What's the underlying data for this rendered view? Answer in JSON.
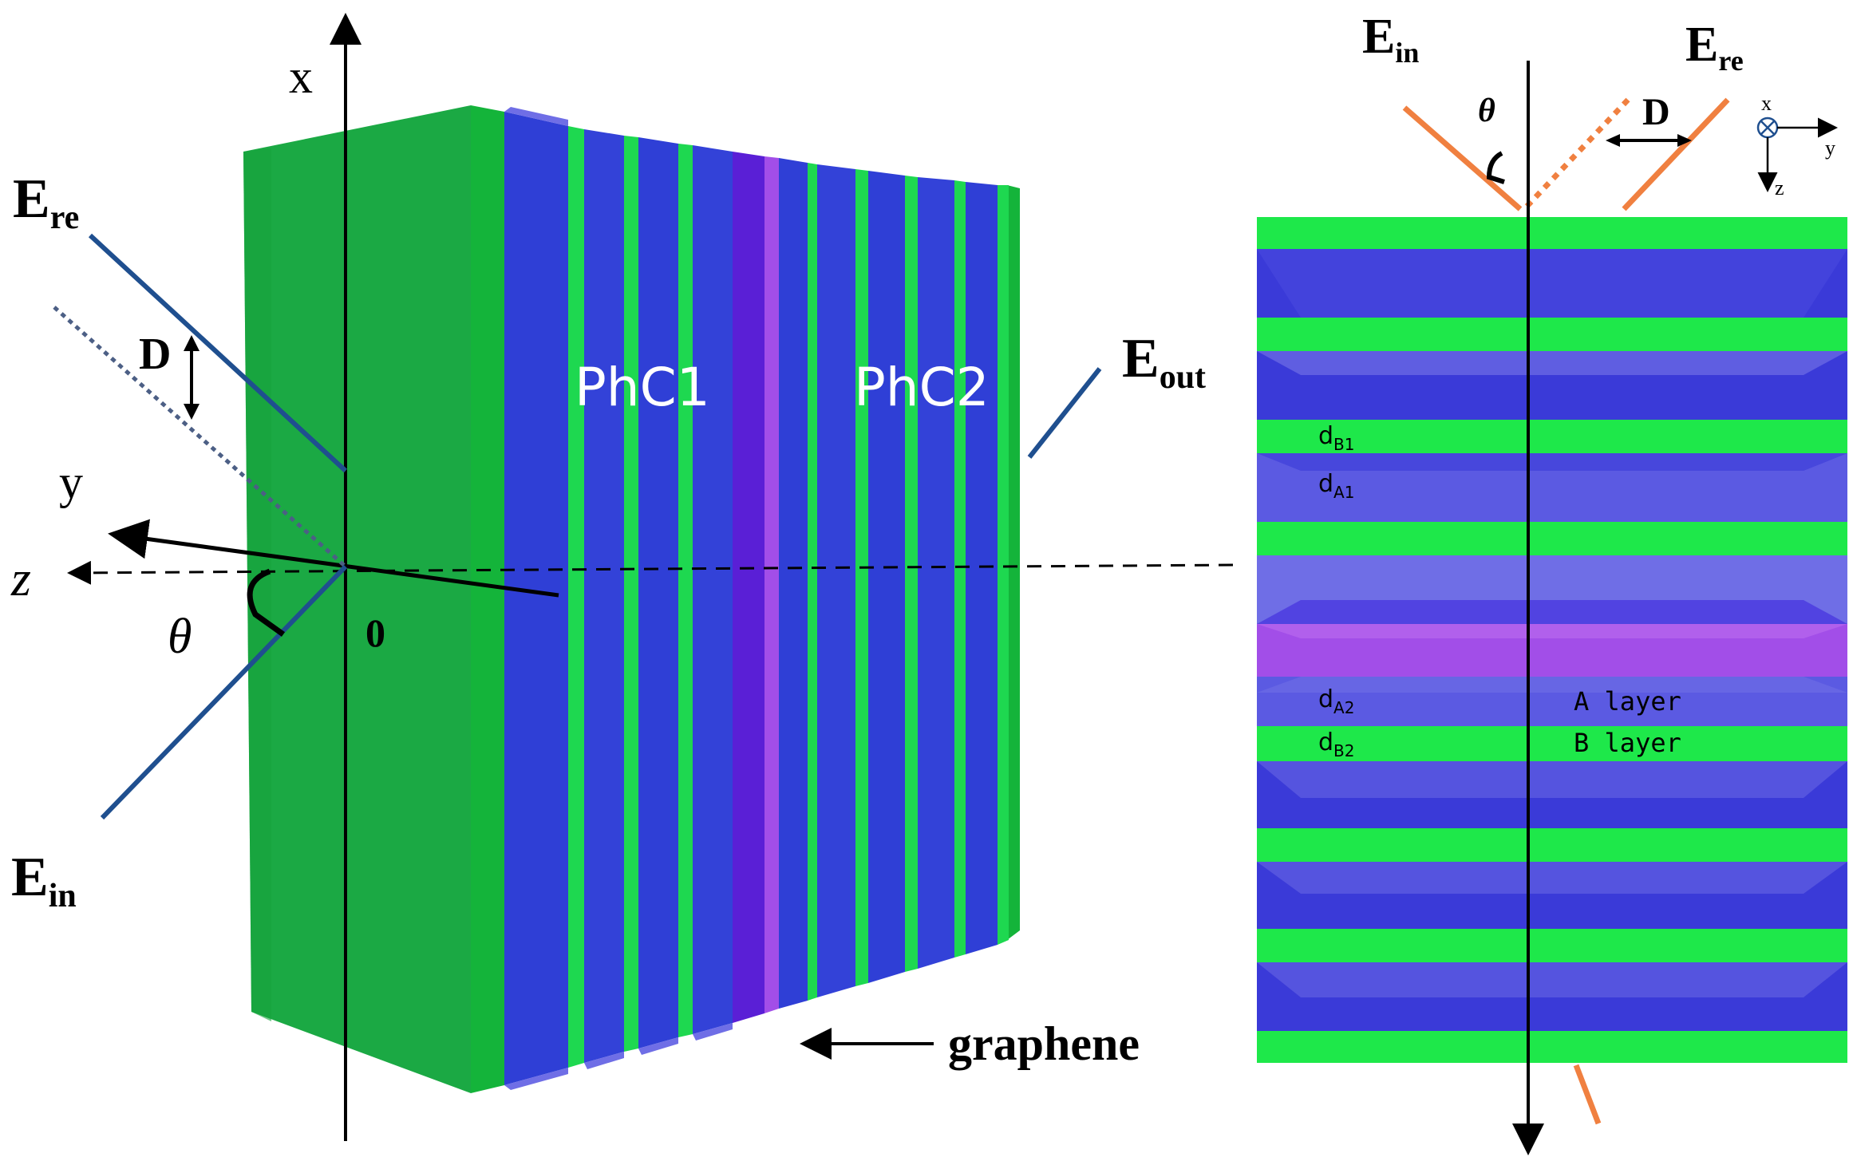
{
  "labels": {
    "x_axis": "x",
    "y_axis": "y",
    "z_axis": "z",
    "origin": "0",
    "theta": "θ",
    "D": "D",
    "E": "E",
    "re_sub": "re",
    "in_sub": "in",
    "out_sub": "out",
    "phc1": "PhC1",
    "phc2": "PhC2",
    "graphene": "graphene"
  },
  "right_panel": {
    "E": "E",
    "in_sub": "in",
    "re_sub": "re",
    "theta": "θ",
    "D": "D",
    "axis_x": "x",
    "axis_y": "y",
    "axis_z": "z",
    "d": "d",
    "dB1_sub": "B1",
    "dA1_sub": "A1",
    "dA2_sub": "A2",
    "dB2_sub": "B2",
    "a_layer": "A layer",
    "b_layer": "B layer"
  },
  "colors": {
    "green": "#16c93c",
    "bright_green": "#1ee84a",
    "blue": "#2f3fd6",
    "periwinkle": "#6f6ee6",
    "violet": "#5a1fd6",
    "magenta": "#a24ee8",
    "beam_blue": "#1f4f8f",
    "orange": "#f08040"
  }
}
